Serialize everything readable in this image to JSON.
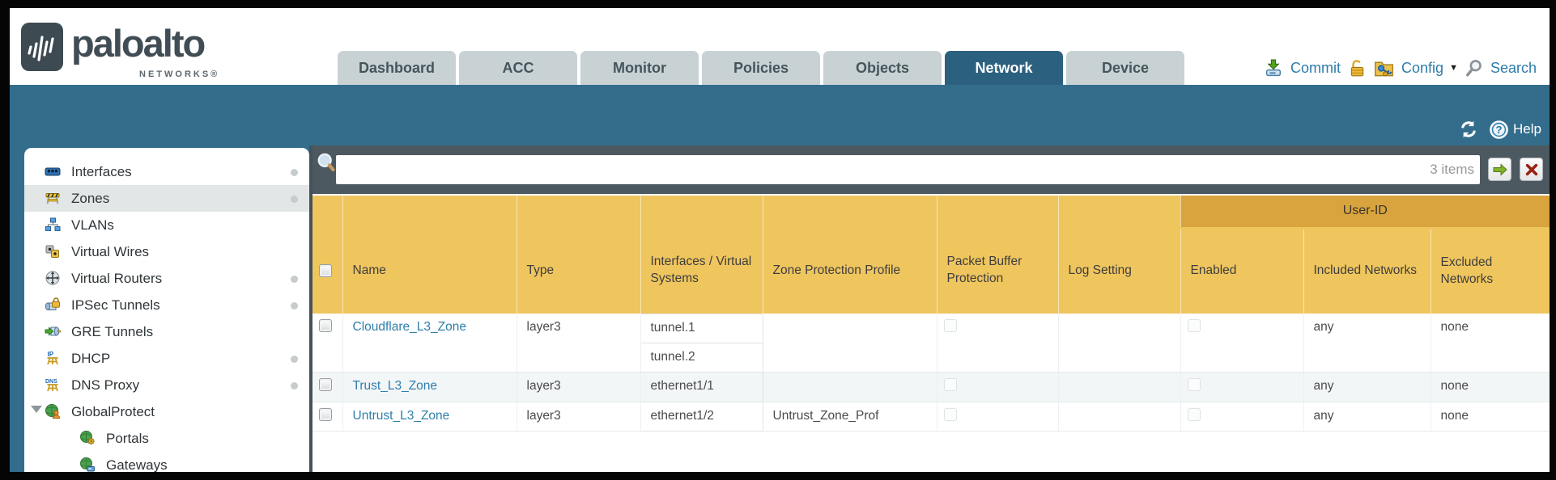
{
  "brand": {
    "name": "paloalto",
    "sub": "NETWORKS®"
  },
  "tabs": [
    {
      "label": "Dashboard",
      "active": false
    },
    {
      "label": "ACC",
      "active": false
    },
    {
      "label": "Monitor",
      "active": false
    },
    {
      "label": "Policies",
      "active": false
    },
    {
      "label": "Objects",
      "active": false
    },
    {
      "label": "Network",
      "active": true
    },
    {
      "label": "Device",
      "active": false
    }
  ],
  "header_actions": {
    "commit": "Commit",
    "config": "Config",
    "search": "Search"
  },
  "utility": {
    "help": "Help"
  },
  "sidebar": {
    "items": [
      {
        "label": "Interfaces",
        "icon": "interfaces-icon",
        "dot": true,
        "selected": false
      },
      {
        "label": "Zones",
        "icon": "zones-icon",
        "dot": true,
        "selected": true
      },
      {
        "label": "VLANs",
        "icon": "vlans-icon",
        "dot": false,
        "selected": false
      },
      {
        "label": "Virtual Wires",
        "icon": "virtual-wires-icon",
        "dot": false,
        "selected": false
      },
      {
        "label": "Virtual Routers",
        "icon": "virtual-routers-icon",
        "dot": true,
        "selected": false
      },
      {
        "label": "IPSec Tunnels",
        "icon": "ipsec-tunnels-icon",
        "dot": true,
        "selected": false
      },
      {
        "label": "GRE Tunnels",
        "icon": "gre-tunnels-icon",
        "dot": false,
        "selected": false
      },
      {
        "label": "DHCP",
        "icon": "dhcp-icon",
        "dot": true,
        "selected": false
      },
      {
        "label": "DNS Proxy",
        "icon": "dns-proxy-icon",
        "dot": true,
        "selected": false
      },
      {
        "label": "GlobalProtect",
        "icon": "globalprotect-icon",
        "dot": false,
        "selected": false,
        "expanded": true
      },
      {
        "label": "Portals",
        "icon": "portals-icon",
        "dot": false,
        "selected": false,
        "child": true
      },
      {
        "label": "Gateways",
        "icon": "gateways-icon",
        "dot": false,
        "selected": false,
        "child": true
      }
    ]
  },
  "filter": {
    "value": "",
    "count": "3 items"
  },
  "table": {
    "group_header": "User-ID",
    "columns": [
      "Name",
      "Type",
      "Interfaces / Virtual Systems",
      "Zone Protection Profile",
      "Packet Buffer Protection",
      "Log Setting",
      "Enabled",
      "Included Networks",
      "Excluded Networks"
    ],
    "rows": [
      {
        "name": "Cloudflare_L3_Zone",
        "type": "layer3",
        "interfaces": [
          "tunnel.1",
          "tunnel.2"
        ],
        "zone_protection_profile": "",
        "packet_buffer_protection": false,
        "log_setting": "",
        "user_id_enabled": false,
        "included_networks": "any",
        "excluded_networks": "none"
      },
      {
        "name": "Trust_L3_Zone",
        "type": "layer3",
        "interfaces": [
          "ethernet1/1"
        ],
        "zone_protection_profile": "",
        "packet_buffer_protection": false,
        "log_setting": "",
        "user_id_enabled": false,
        "included_networks": "any",
        "excluded_networks": "none"
      },
      {
        "name": "Untrust_L3_Zone",
        "type": "layer3",
        "interfaces": [
          "ethernet1/2"
        ],
        "zone_protection_profile": "Untrust_Zone_Prof",
        "packet_buffer_protection": false,
        "log_setting": "",
        "user_id_enabled": false,
        "included_networks": "any",
        "excluded_networks": "none"
      }
    ]
  },
  "colors": {
    "teal_bar": "#346d8c",
    "active_tab": "#2c607f",
    "header_gold": "#efc55e",
    "group_gold": "#d9a43d",
    "link_blue": "#2e7fad",
    "filter_strip": "#4c5961"
  }
}
